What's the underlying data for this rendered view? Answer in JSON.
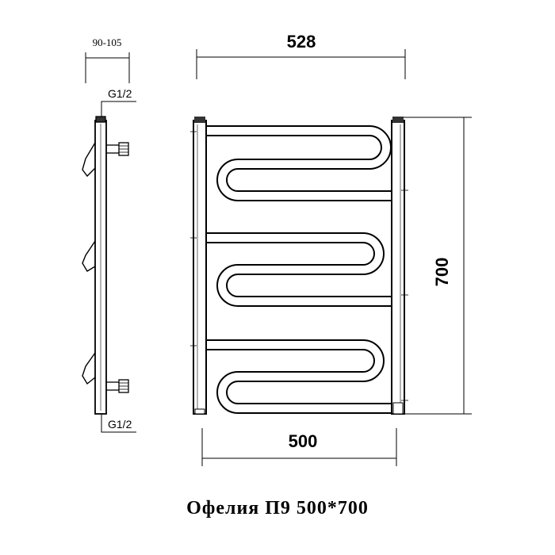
{
  "caption": "Офелия П9 500*700",
  "dimensions": {
    "overall_width": "528",
    "pipe_width": "500",
    "height": "700",
    "wall_offset": "90-105",
    "thread_top": "G1/2",
    "thread_bottom": "G1/2"
  },
  "colors": {
    "line": "#000000",
    "background": "#ffffff"
  }
}
